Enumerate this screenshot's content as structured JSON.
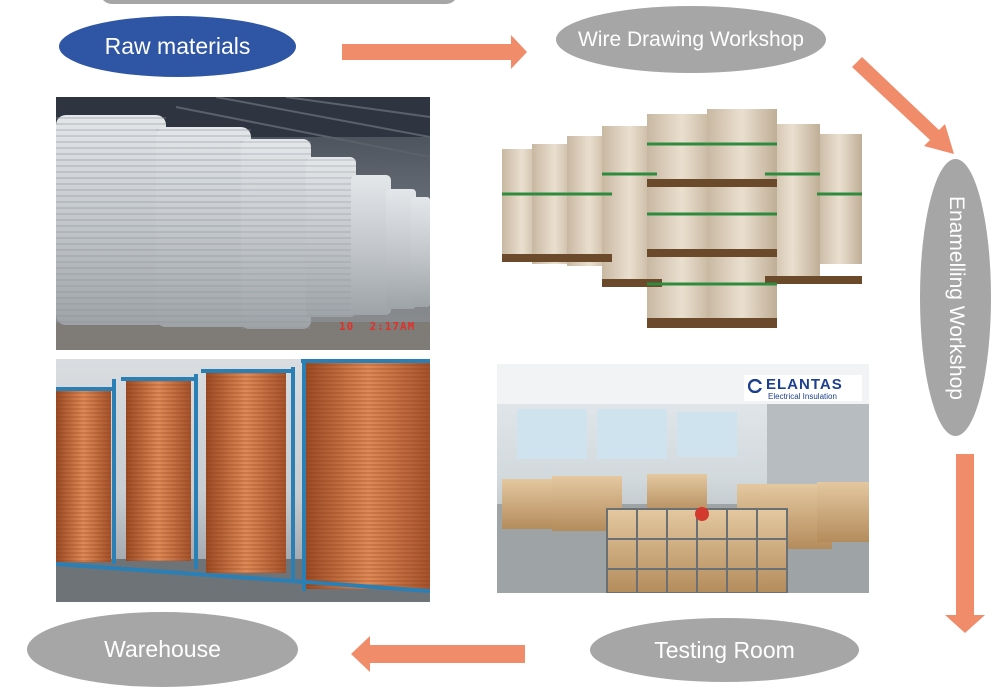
{
  "nodes": {
    "raw_materials": "Raw materials",
    "wire_drawing": "Wire Drawing Workshop",
    "enamelling": "Enamelling Workshop",
    "testing": "Testing Room",
    "warehouse": "Warehouse"
  },
  "photos": {
    "aluminum_stamp": "10  2:17AM",
    "logo": {
      "brand": "ELANTAS",
      "tagline": "Electrical Insulation"
    }
  },
  "colors": {
    "primary_node": "#2f55a5",
    "secondary_node": "#a6a6a6",
    "arrow": "#f08c6a"
  }
}
